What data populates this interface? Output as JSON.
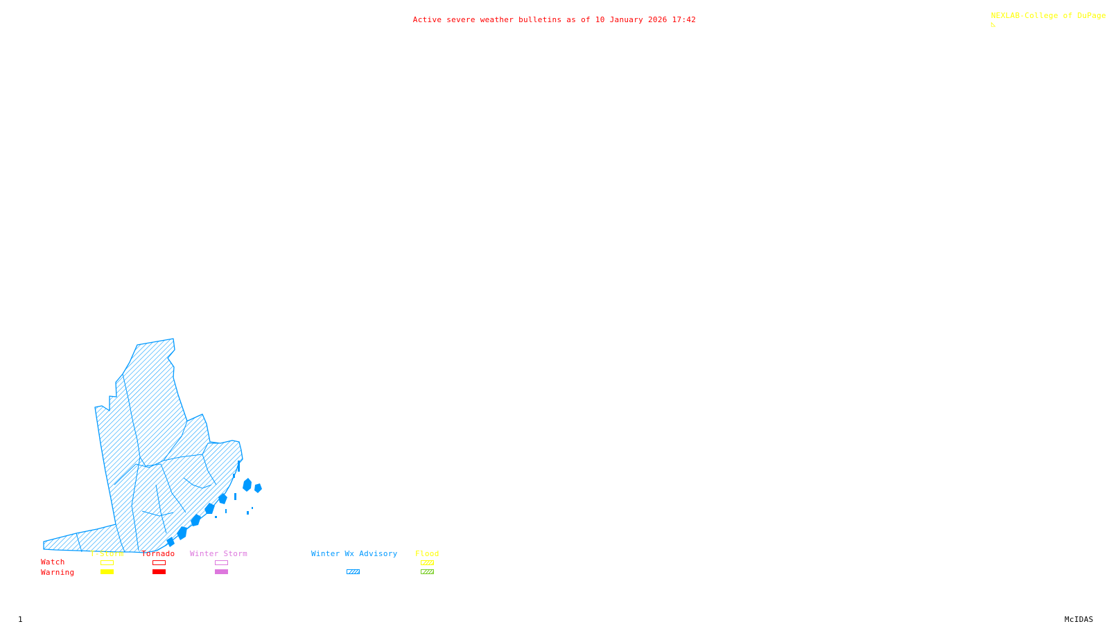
{
  "header": {
    "title": "Active severe weather bulletins as of 10 January 2026 17:42",
    "title_color": "#ff0000",
    "credit": "NEXLAB-College of DuPage",
    "credit_icon": "logo-mark-icon",
    "credit_color": "#ffff00"
  },
  "map": {
    "region": "Maine",
    "active_bulletin": "Winter Wx Advisory",
    "fill_color": "#0099ff",
    "fill_pattern": "diagonal-hatch"
  },
  "legend": {
    "row_labels": {
      "watch": "Watch",
      "warning": "Warning",
      "color": "#ff0000"
    },
    "categories": [
      {
        "key": "tstorm",
        "label": "T-Storm",
        "color": "#ffff00",
        "watch": {
          "style": "outline",
          "color": "#ffff00"
        },
        "warning": {
          "style": "solid",
          "color": "#ffff00"
        }
      },
      {
        "key": "tornado",
        "label": "Tornado",
        "color": "#ff0000",
        "watch": {
          "style": "outline",
          "color": "#ff0000"
        },
        "warning": {
          "style": "solid",
          "color": "#ff0000"
        }
      },
      {
        "key": "winter-storm",
        "label": "Winter Storm",
        "color": "#dd77dd",
        "watch": {
          "style": "outline",
          "color": "#dd77dd"
        },
        "warning": {
          "style": "solid",
          "color": "#dd77dd"
        }
      },
      {
        "key": "winter-wx-advisory",
        "label": "Winter Wx Advisory",
        "color": "#0099ff",
        "watch": null,
        "warning": {
          "style": "hatched",
          "color": "#0099ff"
        }
      },
      {
        "key": "flood",
        "label": "Flood",
        "color": "#ffff00",
        "watch": {
          "style": "hatched",
          "color": "#ffff00"
        },
        "warning": {
          "style": "hatched",
          "color": "#77cc22"
        }
      }
    ]
  },
  "footer": {
    "frame_number": "1",
    "software": "McIDAS"
  }
}
